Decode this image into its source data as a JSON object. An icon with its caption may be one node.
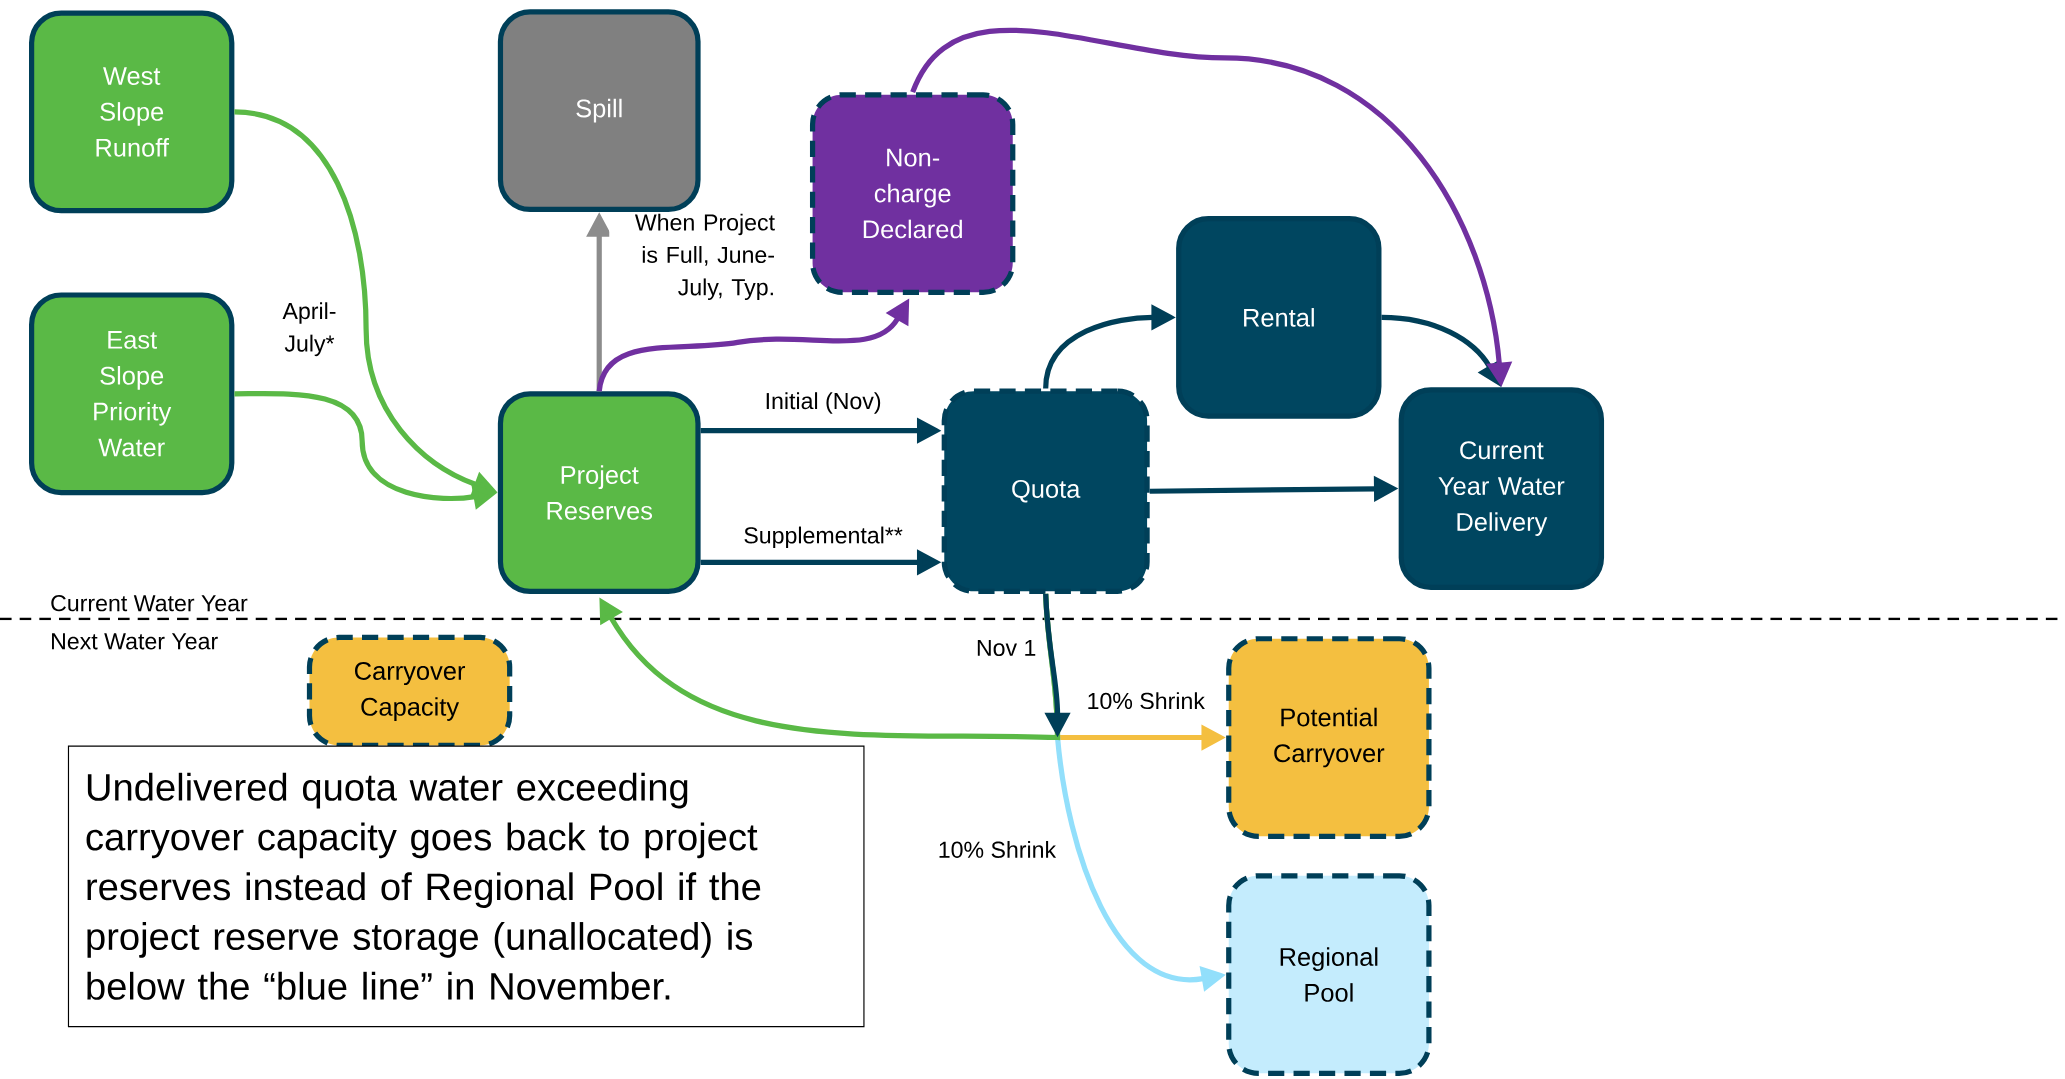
{
  "diagram": {
    "nodes": [
      {
        "text": [
          "West Slope Runoff"
        ]
      },
      {
        "text": [
          "East Slope Priority Water"
        ]
      },
      {
        "text": [
          "Spill"
        ]
      },
      {
        "text": [
          "Non-charge Declared"
        ]
      },
      {
        "text": [
          "Rental"
        ]
      },
      {
        "text": [
          "Project Reserves"
        ]
      },
      {
        "text": [
          "Quota"
        ]
      },
      {
        "text": [
          "Current Year Water Delivery"
        ]
      },
      {
        "text": [
          "Carryover Capacity"
        ]
      },
      {
        "text": [
          "Potential Carryover"
        ]
      },
      {
        "text": [
          "Regional Pool"
        ]
      },
      {
        "text": [
          "Undelivered quota water exceeding carryover capacity goes back to project reserves instead of Regional Pool if the project reserve storage (unallocated) is below the “blue line” in November."
        ]
      }
    ],
    "edges": [
      {
        "from": 0,
        "to": 5,
        "arrow": "to",
        "label": "April-July*",
        "color": "#5ab946"
      },
      {
        "from": 1,
        "to": 5,
        "arrow": "to",
        "color": "#5ab946"
      },
      {
        "from": 5,
        "to": 2,
        "arrow": "to",
        "label": "When Project is Full, June-July, Typ.",
        "color": "#8c8c8c"
      },
      {
        "from": 5,
        "to": 3,
        "arrow": "to",
        "color": "#7030a0"
      },
      {
        "from": 5,
        "to": 6,
        "arrow": "to",
        "label": "Initial (Nov)"
      },
      {
        "from": 5,
        "to": 6,
        "arrow": "to",
        "label": "Supplemental**"
      },
      {
        "from": 6,
        "to": 4,
        "arrow": "to"
      },
      {
        "from": 6,
        "to": 7,
        "arrow": "to"
      },
      {
        "from": 4,
        "to": 7,
        "arrow": "to"
      },
      {
        "from": 3,
        "to": 7,
        "arrow": "to",
        "color": "#7030a0"
      },
      {
        "from": 6,
        "to": 9,
        "arrow": "to",
        "label": "10% Shrink",
        "color": "#f4bf40"
      },
      {
        "from": 6,
        "to": 10,
        "arrow": "to",
        "label": "10% Shrink",
        "color": "#92dffb"
      },
      {
        "from": 6,
        "to": 5,
        "arrow": "to",
        "color": "#5ab946"
      }
    ],
    "labels": [
      "Current Water Year",
      "Next Water Year",
      "Nov 1"
    ]
  }
}
